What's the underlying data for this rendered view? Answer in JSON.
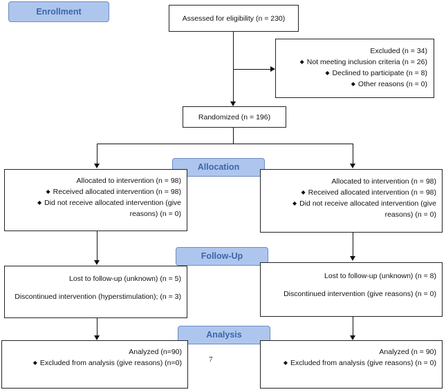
{
  "labels": {
    "enrollment": "Enrollment",
    "allocation": "Allocation",
    "followup": "Follow-Up",
    "analysis": "Analysis"
  },
  "assessed": "Assessed for eligibility (n = 230)",
  "excluded": {
    "title": "Excluded (n = 34)",
    "items": [
      "Not meeting inclusion criteria (n = 26)",
      "Declined to participate (n = 8)",
      "Other reasons (n = 0)"
    ]
  },
  "randomized": "Randomized (n = 196)",
  "allocation": {
    "left": {
      "title": "Allocated to intervention (n = 98)",
      "received": "Received allocated intervention (n = 98)",
      "not_received": "Did not receive allocated intervention (give reasons) (n = 0)"
    },
    "right": {
      "title": "Allocated to intervention (n = 98)",
      "received": "Received allocated intervention (n = 98)",
      "not_received": "Did not receive allocated intervention (give reasons) (n = 0)"
    }
  },
  "followup": {
    "left": {
      "lost": "Lost to follow-up (unknown) (n = 5)",
      "discontinued": "Discontinued intervention (hyperstimulation); (n = 3)"
    },
    "right": {
      "lost": "Lost to follow-up (unknown) (n = 8)",
      "discontinued": "Discontinued intervention (give reasons) (n = 0)"
    }
  },
  "analysis": {
    "left": {
      "analyzed": "Analyzed (n=90)",
      "excluded": "Excluded from analysis (give reasons) (n=0)"
    },
    "right": {
      "analyzed": "Analyzed (n = 90)",
      "excluded": "Excluded from analysis (give reasons) (n = 0)"
    }
  },
  "page_number": "7"
}
